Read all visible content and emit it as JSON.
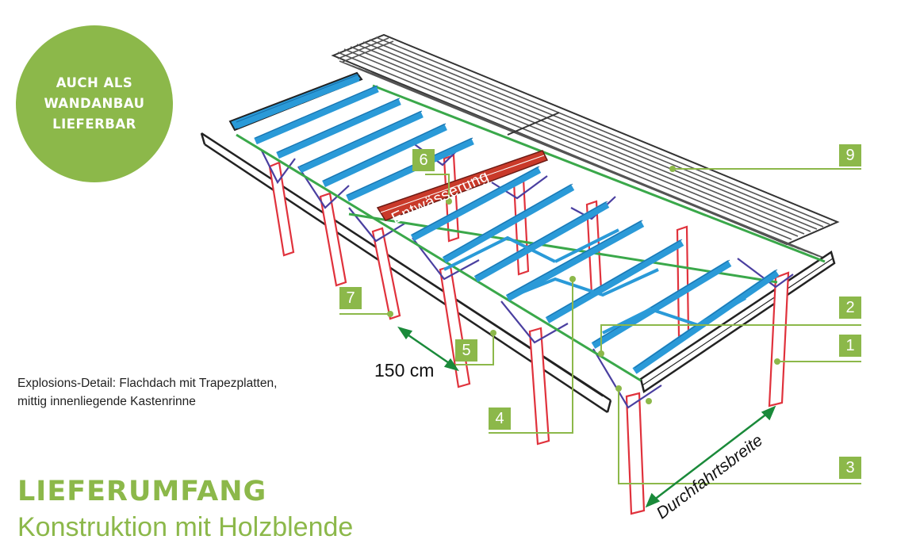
{
  "badge": {
    "lines": [
      "AUCH ALS",
      "WANDANBAU",
      "LIEFERBAR"
    ]
  },
  "caption": {
    "line1": "Explosions-Detail: Flachdach mit Trapezplatten,",
    "line2": "mittig innenliegende Kastenrinne"
  },
  "title": {
    "main": "LIEFERUMFANG",
    "sub": "Konstruktion mit Holzblende"
  },
  "labels": {
    "gutter_text": "Entwässerung",
    "spacing": "150 cm",
    "passage_width": "Durchfahrtsbreite"
  },
  "callouts": [
    "1",
    "2",
    "3",
    "4",
    "5",
    "6",
    "7",
    "9"
  ],
  "colors": {
    "accent_green": "#8cb84a",
    "post_red": "#e0323c",
    "rafter_blue": "#2a9ad8",
    "brace_purple": "#4a3fa0",
    "gutter_red": "#c93a2a",
    "panel_black": "#222222",
    "sheet_gray": "#555555"
  }
}
